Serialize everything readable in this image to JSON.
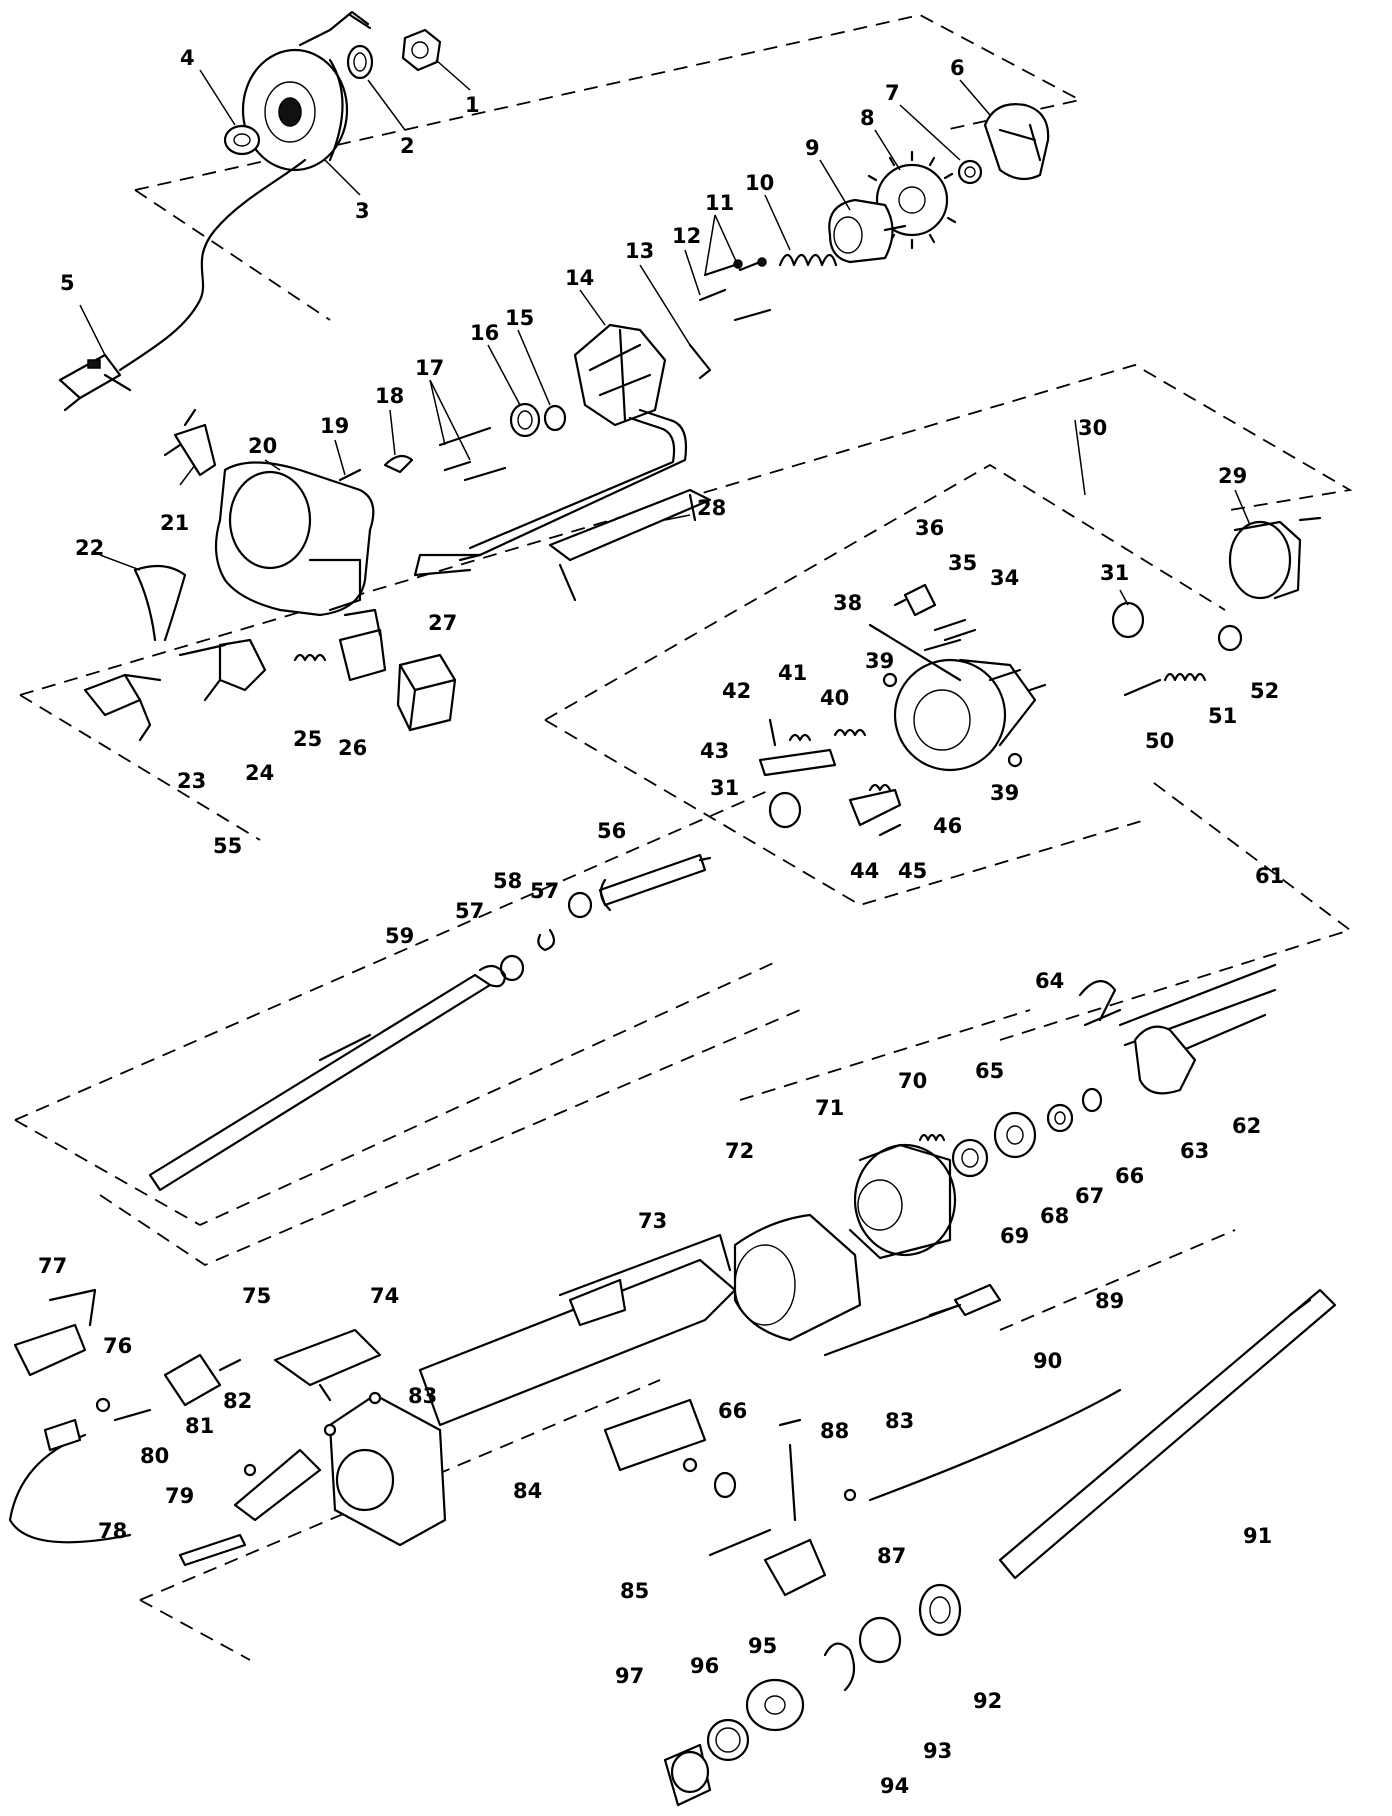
{
  "diagram": {
    "type": "exploded-parts-view",
    "callouts": [
      "1",
      "2",
      "3",
      "4",
      "5",
      "6",
      "7",
      "8",
      "9",
      "10",
      "11",
      "12",
      "13",
      "14",
      "15",
      "16",
      "17",
      "18",
      "19",
      "20",
      "21",
      "22",
      "23",
      "24",
      "25",
      "26",
      "27",
      "28",
      "29",
      "30",
      "31",
      "31",
      "34",
      "35",
      "36",
      "38",
      "39",
      "39",
      "40",
      "41",
      "42",
      "43",
      "44",
      "45",
      "46",
      "50",
      "51",
      "52",
      "55",
      "56",
      "57",
      "57",
      "58",
      "59",
      "61",
      "62",
      "63",
      "64",
      "65",
      "66",
      "66",
      "67",
      "68",
      "69",
      "70",
      "71",
      "72",
      "73",
      "74",
      "75",
      "76",
      "77",
      "78",
      "79",
      "80",
      "81",
      "82",
      "83",
      "83",
      "84",
      "85",
      "87",
      "88",
      "89",
      "90",
      "91",
      "92",
      "93",
      "94",
      "95",
      "96",
      "97"
    ]
  }
}
